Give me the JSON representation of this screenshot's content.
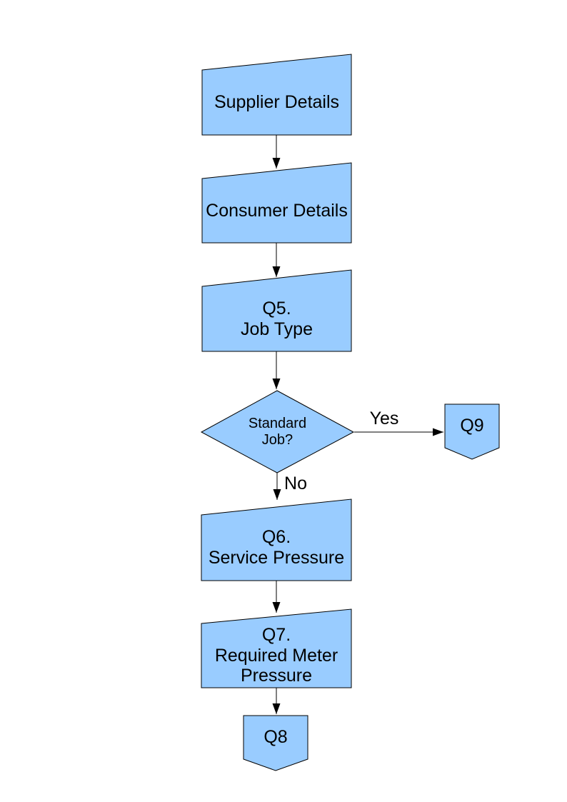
{
  "page": {
    "background_color": "#FFFFFF"
  },
  "colors": {
    "shape_fill": "#99CCFF",
    "shape_border": "#000000",
    "connector": "#000000",
    "label_text": "#000000"
  },
  "flowchart": {
    "nodes": [
      {
        "id": "supplier-details",
        "shape": "manual-input",
        "label": "Supplier Details"
      },
      {
        "id": "consumer-details",
        "shape": "manual-input",
        "label": "Consumer Details"
      },
      {
        "id": "q5-job-type",
        "shape": "manual-input",
        "label": "Q5.\nJob Type"
      },
      {
        "id": "standard-job-decision",
        "shape": "decision",
        "label": "Standard\nJob?"
      },
      {
        "id": "q9-offpage-connector",
        "shape": "off-page-connector",
        "label": "Q9"
      },
      {
        "id": "q6-service-pressure",
        "shape": "manual-input",
        "label": "Q6.\nService Pressure"
      },
      {
        "id": "q7-required-meter-pressure",
        "shape": "manual-input",
        "label": "Q7.\nRequired Meter\nPressure"
      },
      {
        "id": "q8-offpage-connector",
        "shape": "off-page-connector",
        "label": "Q8"
      }
    ],
    "branch_labels": {
      "yes": "Yes",
      "no": "No"
    }
  }
}
